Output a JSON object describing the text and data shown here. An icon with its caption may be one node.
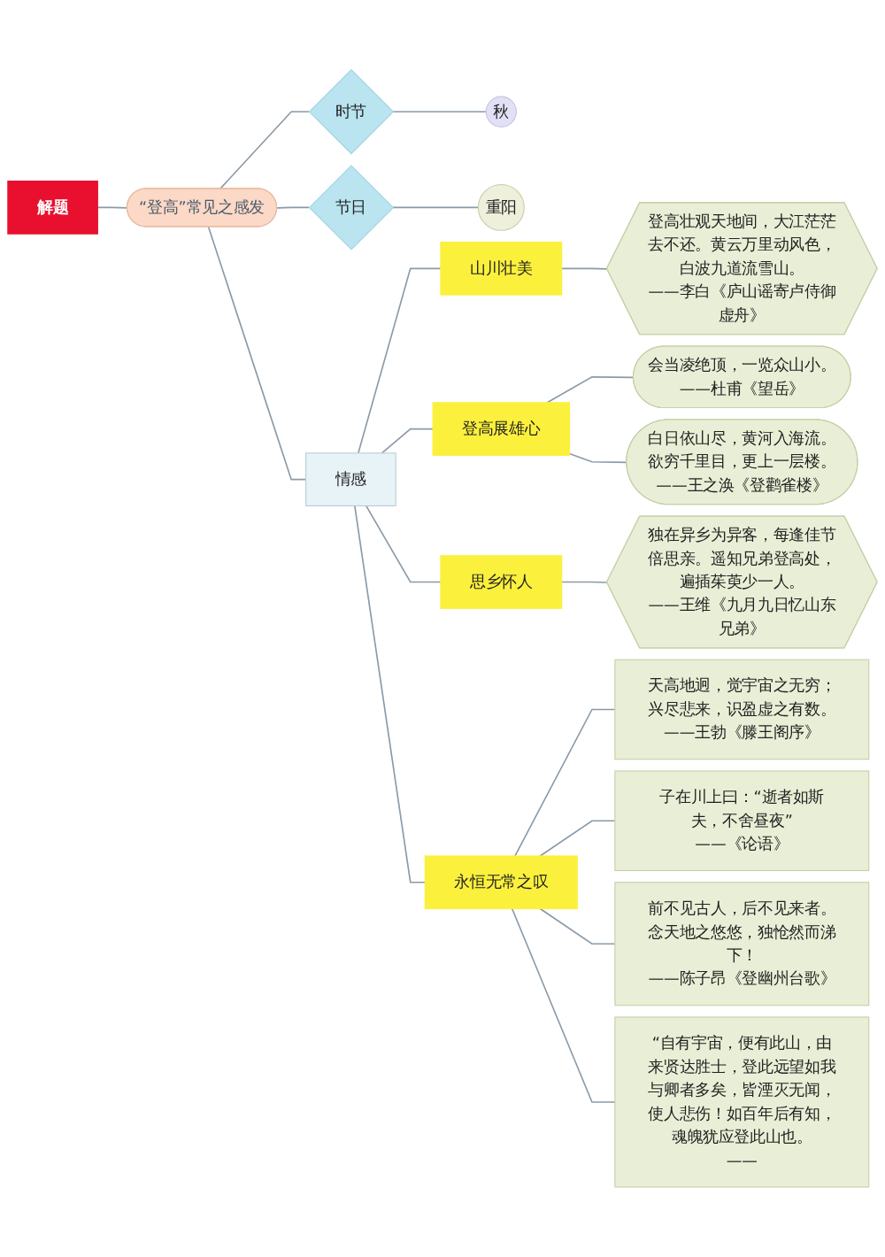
{
  "diagram": {
    "nodes": [
      {
        "text": [
          "解题"
        ]
      },
      {
        "text": [
          "“登高”常见之感发"
        ]
      },
      {
        "text": [
          "时节"
        ]
      },
      {
        "text": [
          "秋"
        ]
      },
      {
        "text": [
          "节日"
        ]
      },
      {
        "text": [
          "重阳"
        ]
      },
      {
        "text": [
          "情感"
        ]
      },
      {
        "text": [
          "山川壮美"
        ]
      },
      {
        "text": [
          "登高壮观天地间，大江茫茫去不还。黄云万里动风色，白波九道流雪山。",
          "——李白《庐山谣寄卢侍御虚舟》"
        ]
      },
      {
        "text": [
          "登高展雄心"
        ]
      },
      {
        "text": [
          "会当凌绝顶，一览众山小。",
          "——杜甫《望岳》"
        ]
      },
      {
        "text": [
          "白日依山尽，黄河入海流。欲穷千里目，更上一层楼。",
          "——王之涣《登鹳雀楼》"
        ]
      },
      {
        "text": [
          "思乡怀人"
        ]
      },
      {
        "text": [
          "独在异乡为异客，每逢佳节倍思亲。遥知兄弟登高处，遍插茱萸少一人。",
          "——王维《九月九日忆山东兄弟》"
        ]
      },
      {
        "text": [
          "永恒无常之叹"
        ]
      },
      {
        "text": [
          "天高地迥，觉宇宙之无穷；兴尽悲来，识盈虚之有数。",
          "——王勃《滕王阁序》"
        ]
      },
      {
        "text": [
          "子在川上曰：“逝者如斯夫，不舍昼夜”",
          "——《论语》"
        ]
      },
      {
        "text": [
          "前不见古人，后不见来者。念天地之悠悠，独怆然而涕下！",
          "——陈子昂《登幽州台歌》"
        ]
      },
      {
        "text": [
          "“自有宇宙，便有此山，由来贤达胜士，登此远望如我与卿者多矣，皆湮灭无闻，使人悲伤！如百年后有知，魂魄犹应登此山也。",
          "——"
        ]
      }
    ],
    "edges": [
      {
        "from": 0,
        "to": 1,
        "arrow": "none"
      },
      {
        "from": 1,
        "to": 2,
        "arrow": "none"
      },
      {
        "from": 1,
        "to": 4,
        "arrow": "none"
      },
      {
        "from": 1,
        "to": 6,
        "arrow": "none"
      },
      {
        "from": 2,
        "to": 3,
        "arrow": "none"
      },
      {
        "from": 4,
        "to": 5,
        "arrow": "none"
      },
      {
        "from": 6,
        "to": 7,
        "arrow": "none"
      },
      {
        "from": 6,
        "to": 9,
        "arrow": "none"
      },
      {
        "from": 6,
        "to": 12,
        "arrow": "none"
      },
      {
        "from": 6,
        "to": 14,
        "arrow": "none"
      },
      {
        "from": 7,
        "to": 8,
        "arrow": "none"
      },
      {
        "from": 9,
        "to": 10,
        "arrow": "none"
      },
      {
        "from": 9,
        "to": 11,
        "arrow": "none"
      },
      {
        "from": 12,
        "to": 13,
        "arrow": "none"
      },
      {
        "from": 14,
        "to": 15,
        "arrow": "none"
      },
      {
        "from": 14,
        "to": 16,
        "arrow": "none"
      },
      {
        "from": 14,
        "to": 17,
        "arrow": "none"
      },
      {
        "from": 14,
        "to": 18,
        "arrow": "none"
      }
    ]
  }
}
